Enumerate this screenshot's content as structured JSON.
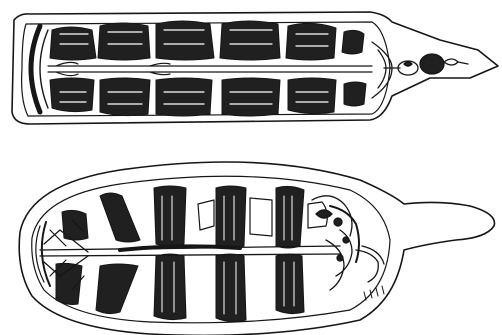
{
  "figure": {
    "description_visible_text": "",
    "colors": {
      "paper": "#ffffff",
      "ink": "#161616",
      "muscle": "#202020",
      "gap": "#ffffff"
    }
  },
  "specimens": [
    {
      "id": "upper",
      "shape": "elongated-rectangular-body-with-pointed-tail",
      "muscle_bands_per_row": 6,
      "rows": 2
    },
    {
      "id": "lower",
      "shape": "oval-body-with-curved-tail",
      "muscle_bands": 5
    }
  ]
}
